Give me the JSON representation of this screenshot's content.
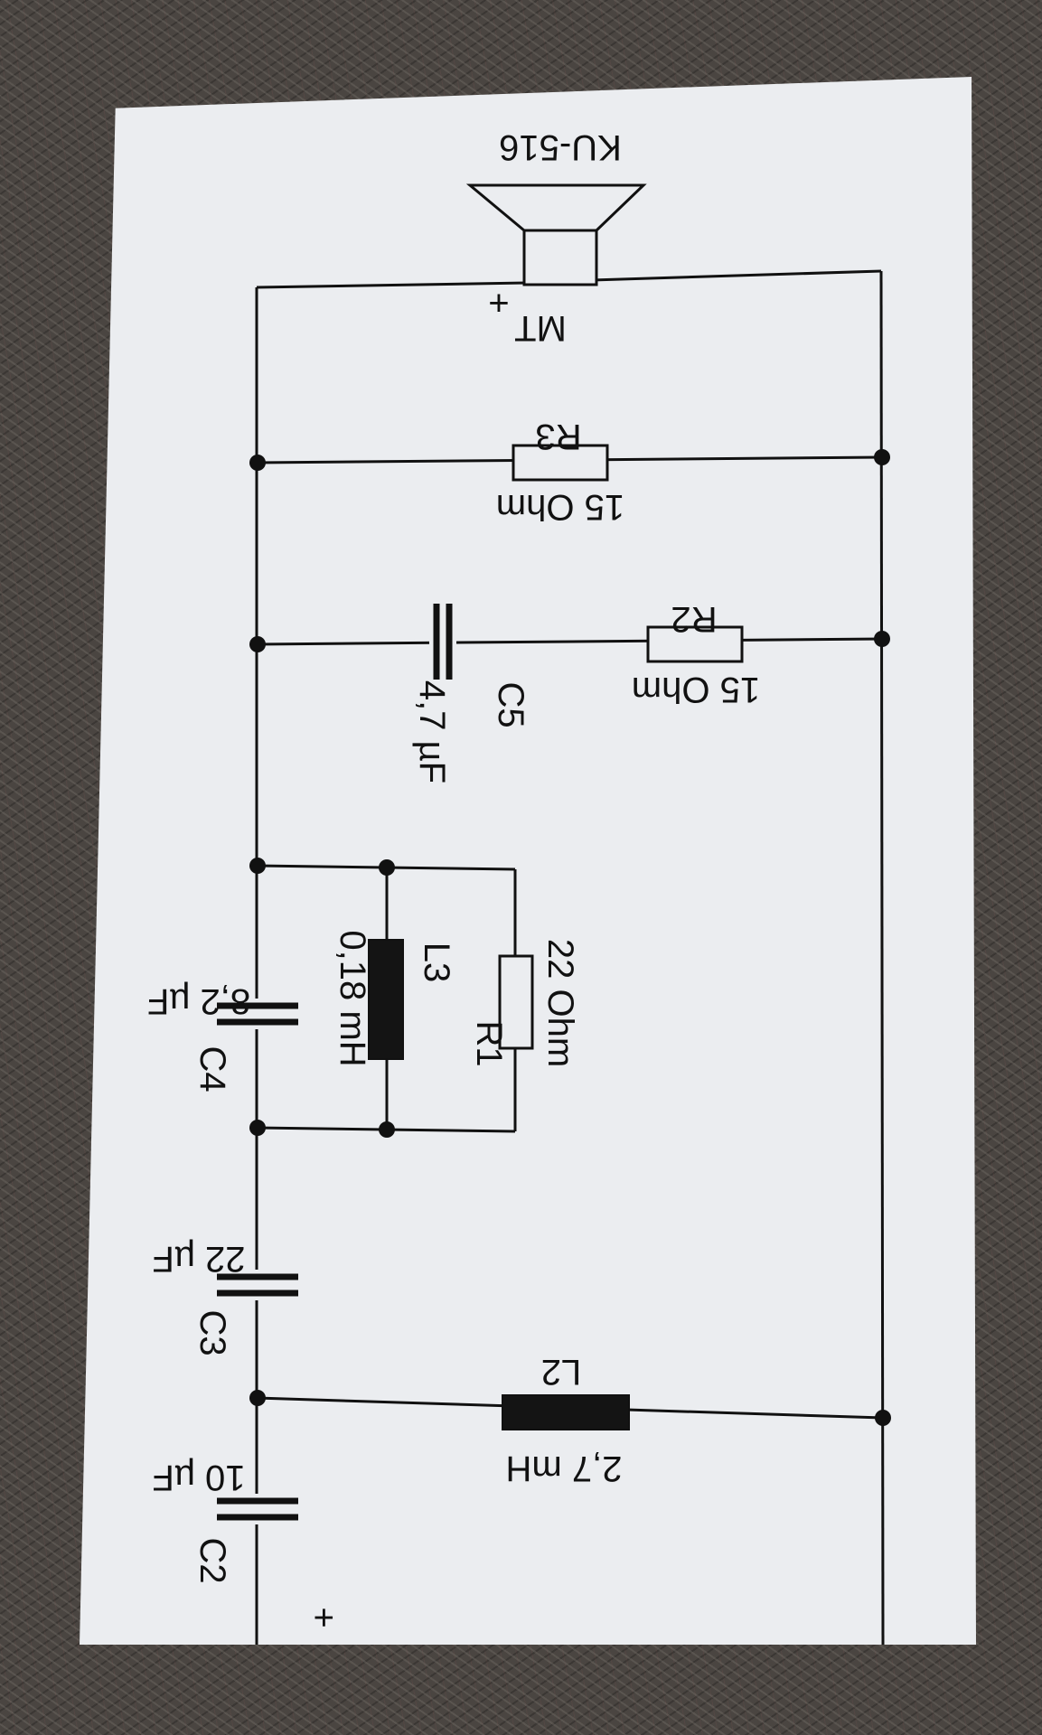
{
  "schematic": {
    "speaker": {
      "model": "KU-516",
      "ref": "MT",
      "polarity": "+"
    },
    "components": {
      "C2": {
        "ref": "C2",
        "value": "10 µF"
      },
      "C3": {
        "ref": "C3",
        "value": "22 µF"
      },
      "C4": {
        "ref": "C4",
        "value": "8,2 µF"
      },
      "C5": {
        "ref": "C5",
        "value": "4,7 µF"
      },
      "L2": {
        "ref": "L2",
        "value": "2,7 mH"
      },
      "L3": {
        "ref": "L3",
        "value": "0,18 mH"
      },
      "R1": {
        "ref": "R1",
        "value": "22 Ohm"
      },
      "R2": {
        "ref": "R2",
        "value": "15 Ohm"
      },
      "R3": {
        "ref": "R3",
        "value": "15 Ohm"
      }
    },
    "input_marker": "+",
    "colors": {
      "paper": "#ebedf0",
      "ink": "#111111",
      "background": "#4a4541"
    }
  }
}
